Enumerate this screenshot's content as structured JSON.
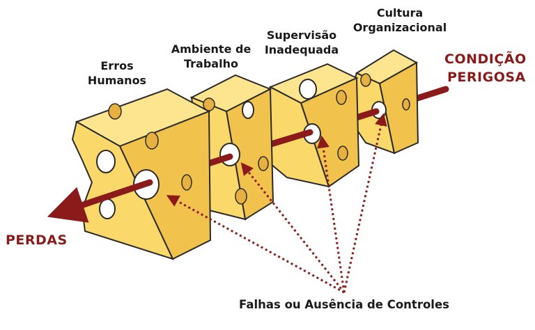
{
  "labels": {
    "slice1": [
      "Erros",
      "Humanos"
    ],
    "slice2": [
      "Ambiente de",
      "Trabalho"
    ],
    "slice3": [
      "Supervisão",
      "Inadequada"
    ],
    "slice4": [
      "Cultura",
      "Organizacional"
    ]
  },
  "hazard": [
    "CONDIÇÃO",
    "PERIGOSA"
  ],
  "losses": "PERDAS",
  "caption": "Falhas ou Ausência de Controles",
  "colors": {
    "cheese_face": "#fbd86a",
    "cheese_side": "#f1c24c",
    "cheese_top": "#fde58f",
    "outline": "#2a2a2a",
    "arrow": "#8b1a1a"
  }
}
